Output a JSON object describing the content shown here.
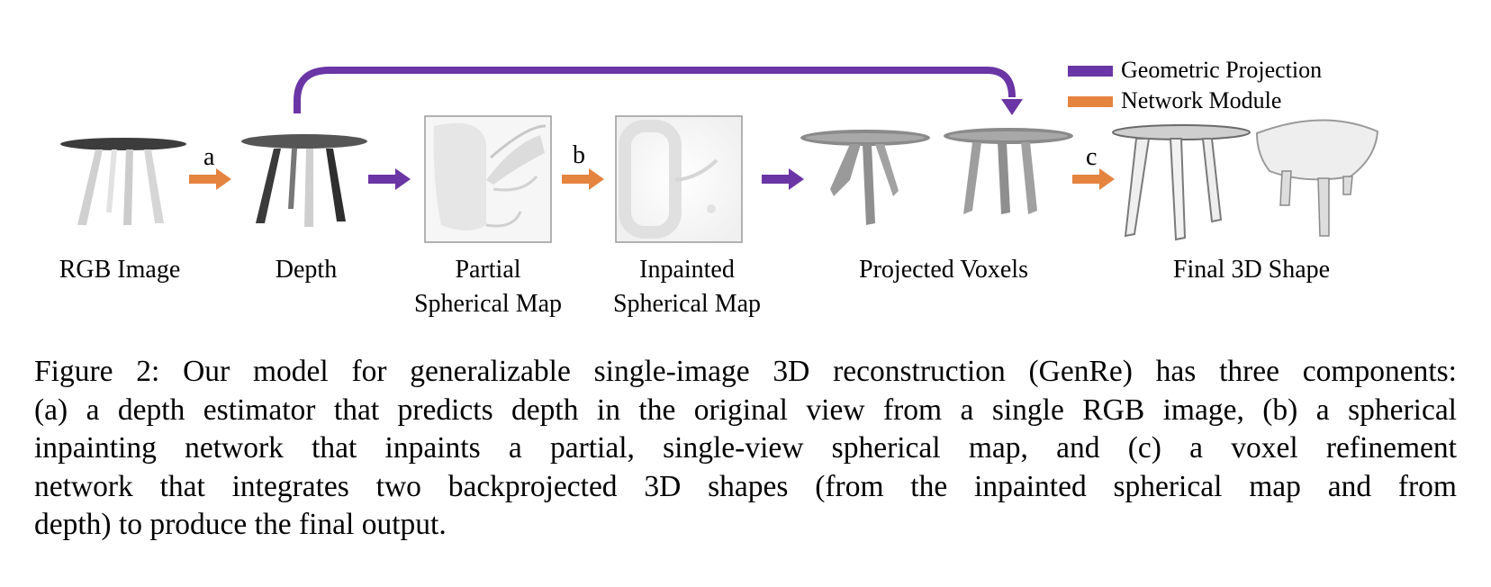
{
  "colors": {
    "geometric_projection": "#6a35a5",
    "network_module": "#e4843f"
  },
  "legend": [
    {
      "label": "Geometric Projection",
      "color": "#6a35a5"
    },
    {
      "label": "Network Module",
      "color": "#e4843f"
    }
  ],
  "stages": {
    "rgb_image": "RGB Image",
    "depth": "Depth",
    "partial_map_line1": "Partial",
    "partial_map_line2": "Spherical Map",
    "inpainted_map_line1": "Inpainted",
    "inpainted_map_line2": "Spherical Map",
    "projected_voxels": "Projected Voxels",
    "final_shape": "Final 3D Shape"
  },
  "modules": {
    "a": "a",
    "b": "b",
    "c": "c"
  },
  "caption": {
    "line1": "Figure 2: Our model for generalizable single-image 3D reconstruction (GenRe) has three components:",
    "line2": "(a) a depth estimator that predicts depth in the original view from a single RGB image, (b) a spherical",
    "line3": "inpainting network that inpaints a partial, single-view spherical map, and (c) a voxel refinement",
    "line4": "network that integrates two backprojected 3D shapes (from the inpainted spherical map and from",
    "line5": "depth) to produce the final output."
  }
}
